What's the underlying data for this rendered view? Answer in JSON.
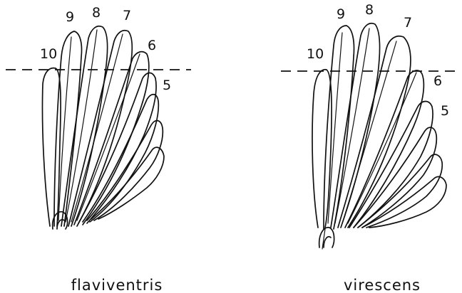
{
  "panels": [
    {
      "caption": "flaviventris",
      "feather_labels": [
        "10",
        "9",
        "8",
        "7",
        "6",
        "5"
      ]
    },
    {
      "caption": "virescens",
      "feather_labels": [
        "10",
        "9",
        "8",
        "7",
        "6",
        "5"
      ]
    }
  ]
}
